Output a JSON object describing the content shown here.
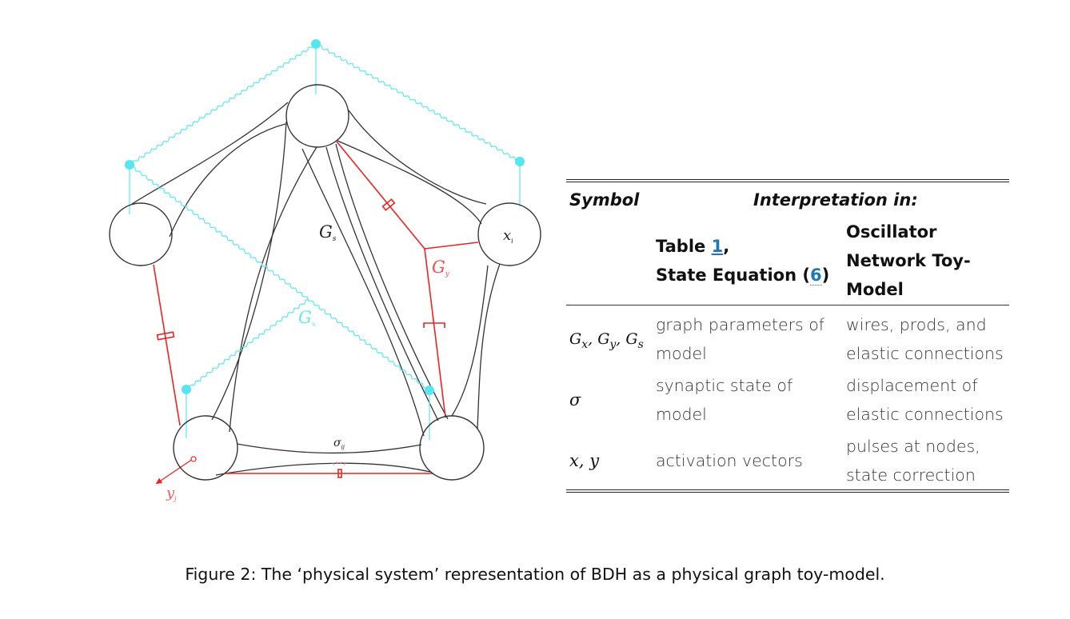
{
  "diagram": {
    "labels": {
      "gs": "G",
      "gs_sub": "s",
      "gx": "G",
      "gx_sub": "x",
      "gy": "G",
      "gy_sub": "y",
      "xi": "x",
      "xi_sub": "i",
      "yj": "y",
      "yj_sub": "j",
      "sigma": "σ",
      "sigma_sub": "ij"
    },
    "colors": {
      "node_stroke": "#333333",
      "wire": "#66e8f0",
      "prod": "#ee2222",
      "elastic": "#333333"
    }
  },
  "table": {
    "header": {
      "symbol": "Symbol",
      "interpretation": "Interpretation in:",
      "col2_line1_pre": "Table ",
      "col2_line1_link": "1",
      "col2_line1_post": ",",
      "col2_line2_pre": "State Equation (",
      "col2_line2_link": "6",
      "col2_line2_post": ")",
      "col3_line1": "Oscillator",
      "col3_line2": "Network Toy-",
      "col3_line3": "Model"
    },
    "rows": [
      {
        "symbol": "Gx, Gy, Gs",
        "col2_line1": "graph parameters of",
        "col2_line2": "model",
        "col3_line1": "wires, prods, and",
        "col3_line2": "elastic connections"
      },
      {
        "symbol": "σ",
        "col2_line1": "synaptic state of",
        "col2_line2": "model",
        "col3_line1": "displacement of",
        "col3_line2": "elastic connections"
      },
      {
        "symbol": "x, y",
        "col2_line1": "activation vectors",
        "col3_line1": "pulses at nodes,",
        "col3_line2": "state correction"
      }
    ]
  },
  "caption": "Figure 2: The ‘physical system’ representation of BDH as a physical graph toy-model."
}
